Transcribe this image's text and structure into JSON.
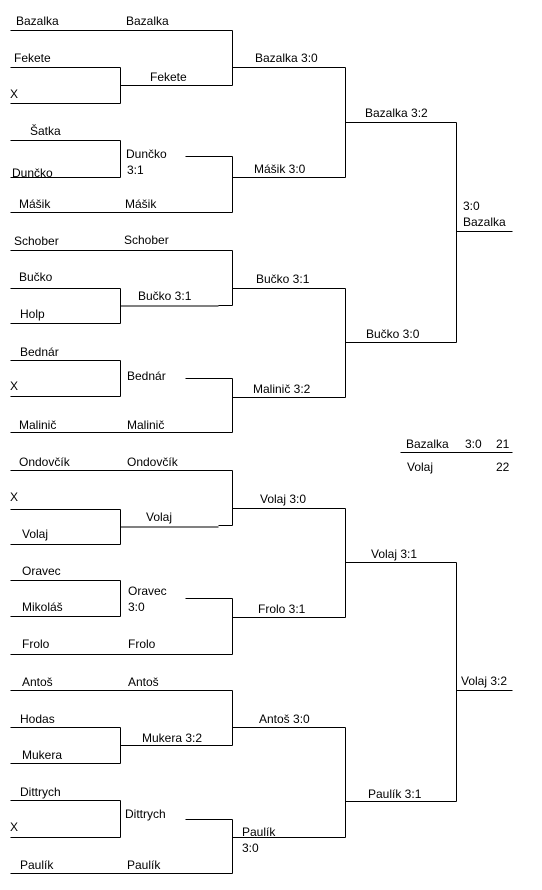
{
  "r1": [
    "Bazalka",
    "Fekete",
    "X",
    "Šatka",
    "Dunčko",
    "Mášik",
    "Schober",
    "Bučko",
    "Holp",
    "Bednár",
    "X",
    "Malinič",
    "Ondovčík",
    "X",
    "Volaj",
    "Oravec",
    "Mikoláš",
    "Frolo",
    "Antoš",
    "Hodas",
    "Mukera",
    "Dittrych",
    "X",
    "Paulík"
  ],
  "r2": [
    "Bazalka",
    "Fekete",
    "Dunčko",
    "3:1",
    "Mášik",
    "Schober",
    "Bučko 3:1",
    "Bednár",
    "Malinič",
    "Ondovčík",
    "Volaj",
    "Oravec",
    "3:0",
    "Frolo",
    "Antoš",
    "Mukera 3:2",
    "Dittrych",
    "Paulík"
  ],
  "r3": [
    "Bazalka 3:0",
    "Mášik 3:0",
    "Bučko 3:1",
    "Malinič 3:2",
    "Volaj 3:0",
    "Frolo 3:1",
    "Antoš 3:0",
    "Paulík",
    "3:0"
  ],
  "r4": [
    "Bazalka 3:2",
    "Bučko 3:0",
    "Volaj 3:1",
    "Paulík 3:1"
  ],
  "semi": [
    "3:0",
    "Bazalka",
    "Volaj 3:2"
  ],
  "final": {
    "p1": "Bazalka",
    "score": "3:0",
    "n1": "21",
    "p2": "Volaj",
    "n2": "22"
  }
}
